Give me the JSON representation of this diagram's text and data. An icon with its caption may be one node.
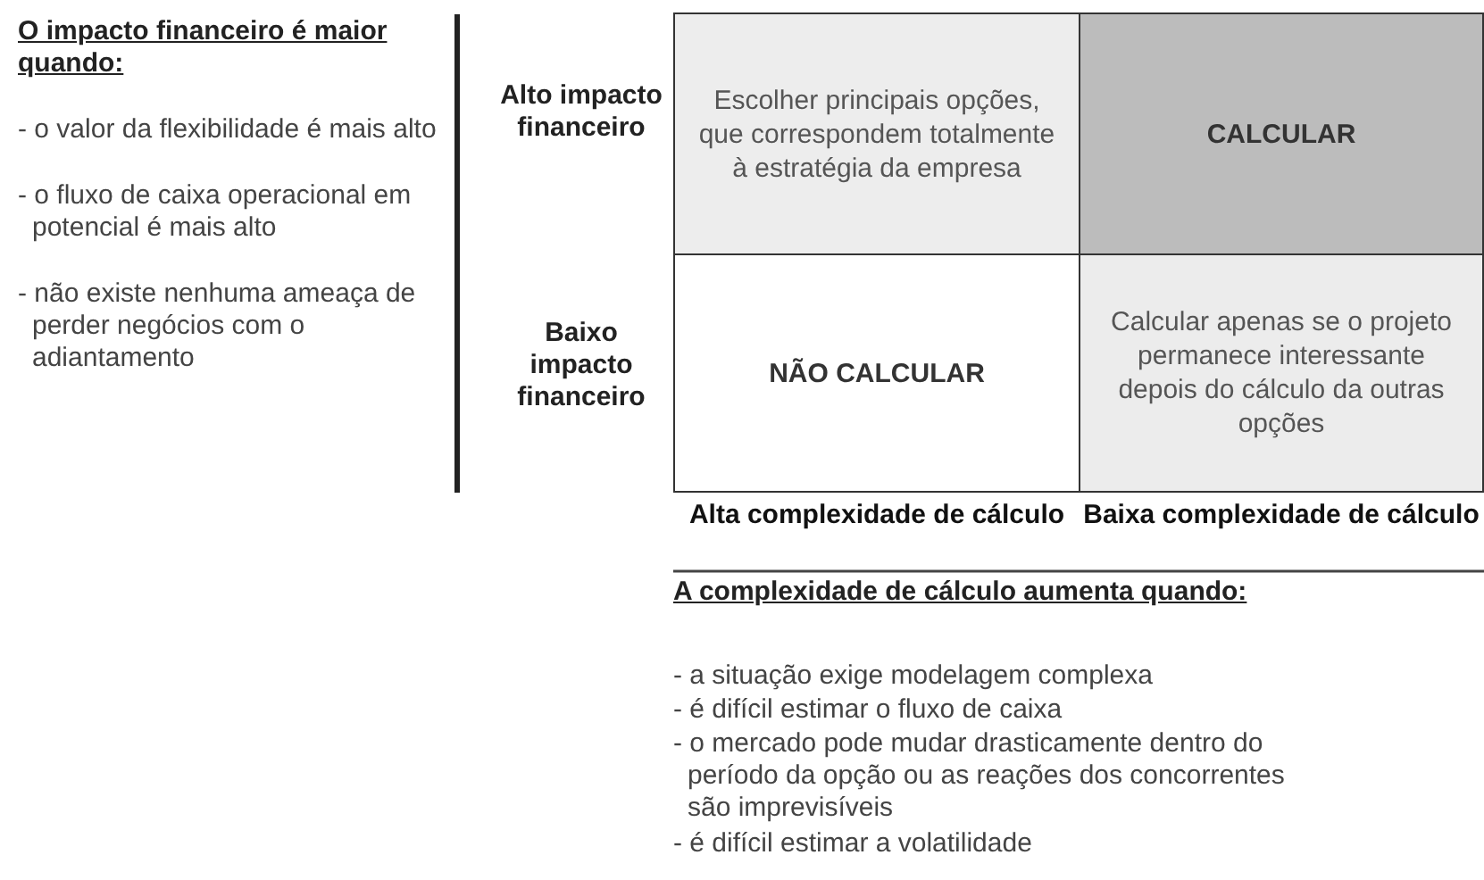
{
  "diagram": {
    "nodes": [
      {
        "text": [
          "Escolher principais opções, que correspondem totalmente à estratégia da empresa"
        ]
      },
      {
        "text": [
          "CALCULAR"
        ]
      },
      {
        "text": [
          "NÃO CALCULAR"
        ]
      },
      {
        "text": [
          "Calcular apenas se o projeto permanece interessante depois do cálculo da outras opções"
        ]
      }
    ],
    "edges": [],
    "labels": [
      "O impacto financeiro é maior quando:",
      "- o valor da flexibilidade é mais alto",
      "- o fluxo de caixa operacional em potencial é mais alto",
      "- não existe nenhuma ameaça de perder negócios com o adiantamento",
      "Alto impacto financeiro",
      "Baixo impacto financeiro",
      "Alta complexidade de cálculo",
      "Baixa complexidade de cálculo",
      "A complexidade de cálculo aumenta quando:",
      "- a situação exige modelagem complexa",
      "- é difícil estimar o fluxo de caixa",
      "- o mercado pode mudar drasticamente dentro do período da opção ou as reações dos concorrentes são imprevisíveis",
      "- é difícil estimar a volatilidade"
    ]
  }
}
